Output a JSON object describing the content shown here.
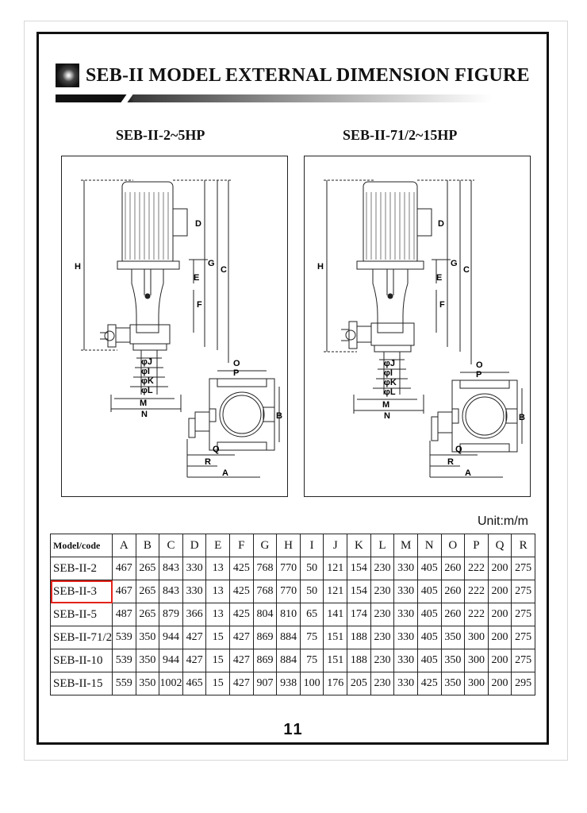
{
  "title": "SEB-II MODEL EXTERNAL DIMENSION FIGURE",
  "figures": [
    {
      "caption": "SEB-II-2~5HP"
    },
    {
      "caption": "SEB-II-71/2~15HP"
    }
  ],
  "dimension_labels": {
    "H": "H",
    "D": "D",
    "G": "G",
    "C": "C",
    "E": "E",
    "F": "F",
    "J": "φJ",
    "I": "φI",
    "K": "φK",
    "L": "φL",
    "M": "M",
    "N": "N",
    "O": "O",
    "P": "P",
    "B": "B",
    "Q": "Q",
    "R": "R",
    "A": "A"
  },
  "unit": "Unit:m/m",
  "table": {
    "headers": [
      "Model/code",
      "A",
      "B",
      "C",
      "D",
      "E",
      "F",
      "G",
      "H",
      "I",
      "J",
      "K",
      "L",
      "M",
      "N",
      "O",
      "P",
      "Q",
      "R"
    ],
    "highlighted_row": "SEB-II-3",
    "rows": [
      [
        "SEB-II-2",
        "467",
        "265",
        "843",
        "330",
        "13",
        "425",
        "768",
        "770",
        "50",
        "121",
        "154",
        "230",
        "330",
        "405",
        "260",
        "222",
        "200",
        "275"
      ],
      [
        "SEB-II-3",
        "467",
        "265",
        "843",
        "330",
        "13",
        "425",
        "768",
        "770",
        "50",
        "121",
        "154",
        "230",
        "330",
        "405",
        "260",
        "222",
        "200",
        "275"
      ],
      [
        "SEB-II-5",
        "487",
        "265",
        "879",
        "366",
        "13",
        "425",
        "804",
        "810",
        "65",
        "141",
        "174",
        "230",
        "330",
        "405",
        "260",
        "222",
        "200",
        "275"
      ],
      [
        "SEB-II-71/2",
        "539",
        "350",
        "944",
        "427",
        "15",
        "427",
        "869",
        "884",
        "75",
        "151",
        "188",
        "230",
        "330",
        "405",
        "350",
        "300",
        "200",
        "275"
      ],
      [
        "SEB-II-10",
        "539",
        "350",
        "944",
        "427",
        "15",
        "427",
        "869",
        "884",
        "75",
        "151",
        "188",
        "230",
        "330",
        "405",
        "350",
        "300",
        "200",
        "275"
      ],
      [
        "SEB-II-15",
        "559",
        "350",
        "1002",
        "465",
        "15",
        "427",
        "907",
        "938",
        "100",
        "176",
        "205",
        "230",
        "330",
        "425",
        "350",
        "300",
        "200",
        "295"
      ]
    ]
  },
  "page_number": "11",
  "colors": {
    "highlight": "#e2231a"
  }
}
